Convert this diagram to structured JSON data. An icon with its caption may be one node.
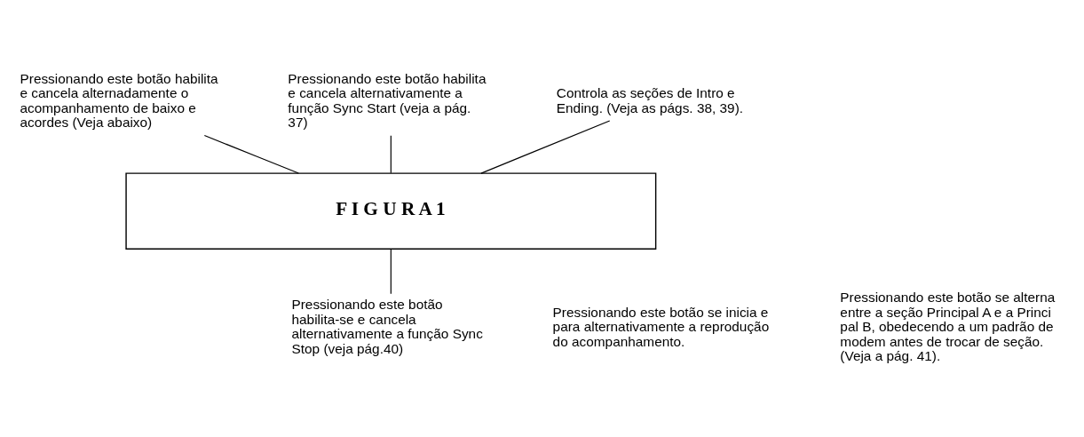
{
  "diagram": {
    "nodes": [
      {
        "text": [
          "Pressionando este botão habilita e cancela alternadamente o acompanhamento de baixo e acordes (Veja abaixo)"
        ]
      },
      {
        "text": [
          "Pressionando este botão habilita e cancela alternativamente a função Sync Start (veja a pág. 37)"
        ]
      },
      {
        "text": [
          "Controla as seções de Intro e Ending. (Veja as págs. 38, 39)."
        ]
      },
      {
        "text": [
          "F I G U R A 1"
        ]
      },
      {
        "text": [
          "Pressionando este botão habilita-se e cancela alternativamente a função Sync Stop (veja pág.40)"
        ]
      }
    ],
    "edges": [
      {
        "from": 0,
        "to": 3,
        "arrow": "none"
      },
      {
        "from": 1,
        "to": 3,
        "arrow": "none"
      },
      {
        "from": 2,
        "to": 3,
        "arrow": "none"
      },
      {
        "from": 4,
        "to": 3,
        "arrow": "none"
      }
    ],
    "labels": [
      "Pressionando este botão se inicia e para alternativamente a reprodução do acompanhamento.",
      "Pressionando este botão se alterna entre a seção Principal A e a Princi pal B, obedecendo a um padrão de modem antes de trocar de seção. (Veja a pág. 41)."
    ]
  }
}
